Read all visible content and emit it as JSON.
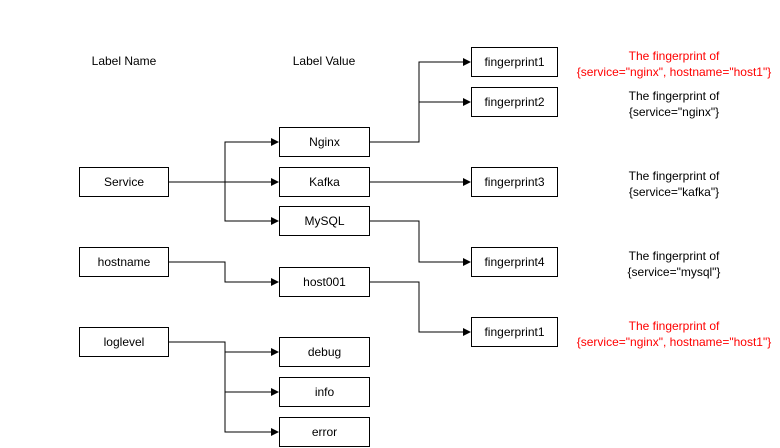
{
  "headers": {
    "label_name": "Label Name",
    "label_value": "Label Value"
  },
  "names": {
    "service": "Service",
    "hostname": "hostname",
    "loglevel": "loglevel"
  },
  "values": {
    "nginx": "Nginx",
    "kafka": "Kafka",
    "mysql": "MySQL",
    "host001": "host001",
    "debug": "debug",
    "info": "info",
    "error": "error"
  },
  "fingerprints": {
    "fp1_top": "fingerprint1",
    "fp2": "fingerprint2",
    "fp3": "fingerprint3",
    "fp4": "fingerprint4",
    "fp1_bottom": "fingerprint1"
  },
  "notes": {
    "n1_line1": "The fingerprint of",
    "n1_line2": "{service=\"nginx\", hostname=\"host1\"}",
    "n2_line1": "The fingerprint of",
    "n2_line2": "{service=\"nginx\"}",
    "n3_line1": "The fingerprint of",
    "n3_line2": "{service=\"kafka\"}",
    "n4_line1": "The fingerprint of",
    "n4_line2": "{service=\"mysql\"}",
    "n5_line1": "The fingerprint of",
    "n5_line2": "{service=\"nginx\", hostname=\"host1\"}"
  },
  "colors": {
    "highlight": "#ff0000",
    "line": "#000000"
  }
}
